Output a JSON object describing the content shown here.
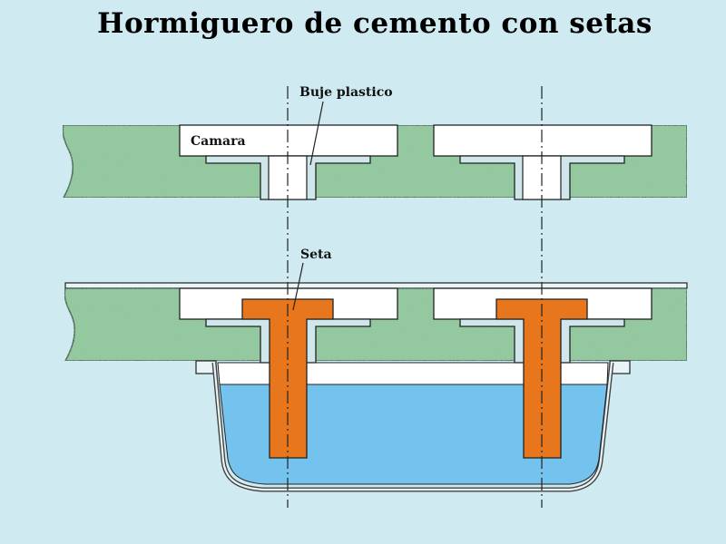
{
  "title": "Hormiguero de cemento con setas",
  "labels": {
    "buje": "Buje plastico",
    "camara": "Camara",
    "seta": "Seta"
  },
  "colors": {
    "background": "#cfeaf0",
    "cement": "#8fc69a",
    "chamber": "#ffffff",
    "bushing": "#cfe6ea",
    "seta": "#e8761c",
    "water": "#74c2ee",
    "outline": "#222222"
  }
}
